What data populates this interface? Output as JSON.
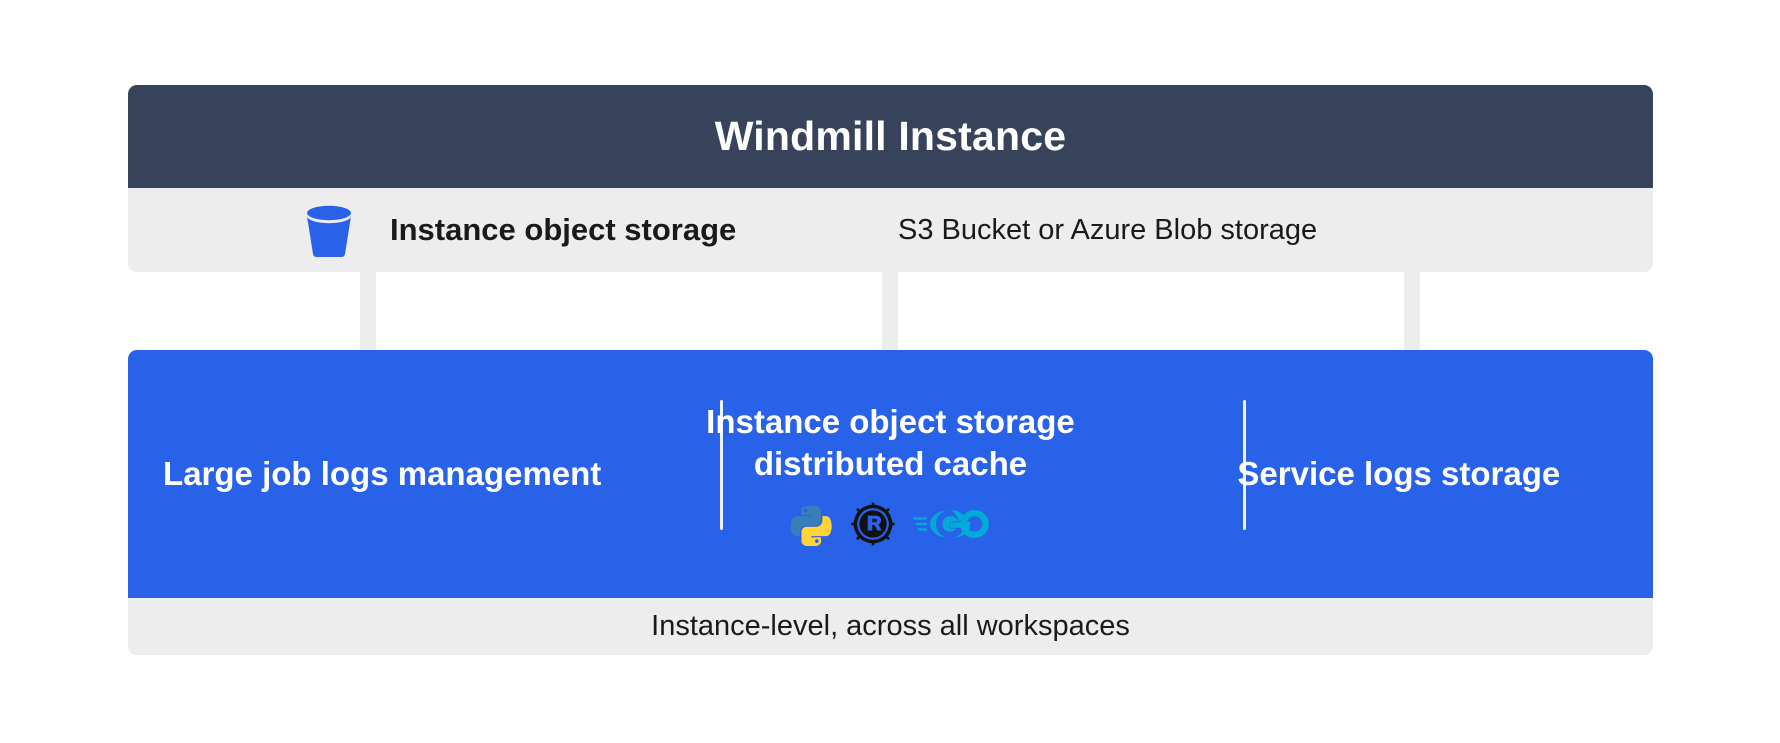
{
  "diagram": {
    "title": "Windmill Instance Object Storage",
    "colors": {
      "header_bg": "#37435A",
      "band_bg": "#EDEDED",
      "panel_blue": "#2862E9",
      "arrow_gray": "#EDEDED",
      "text_dark": "#1a1a1a",
      "text_light": "#ffffff",
      "python_blue": "#387EB8",
      "python_yellow": "#FFD43B",
      "rust_black": "#111111",
      "go_cyan": "#00ACD7"
    }
  },
  "header": {
    "title": "Windmill Instance"
  },
  "storage_band": {
    "icon": "bucket-icon",
    "label": "Instance object storage",
    "note": "S3 Bucket or Azure Blob storage"
  },
  "connectors": [
    {
      "name": "arrow-to-large-job-logs",
      "glyph": "down-arrow-icon"
    },
    {
      "name": "arrow-to-distributed-cache",
      "glyph": "down-arrow-icon"
    },
    {
      "name": "arrow-to-service-logs",
      "glyph": "down-arrow-icon"
    }
  ],
  "panel": {
    "columns": [
      {
        "title": "Large job logs management",
        "languages": []
      },
      {
        "title": "Instance object storage distributed cache",
        "languages": [
          "python-logo",
          "rust-logo",
          "go-logo"
        ]
      },
      {
        "title": "Service logs storage",
        "languages": []
      }
    ]
  },
  "footer": {
    "text": "Instance-level, across all workspaces"
  }
}
